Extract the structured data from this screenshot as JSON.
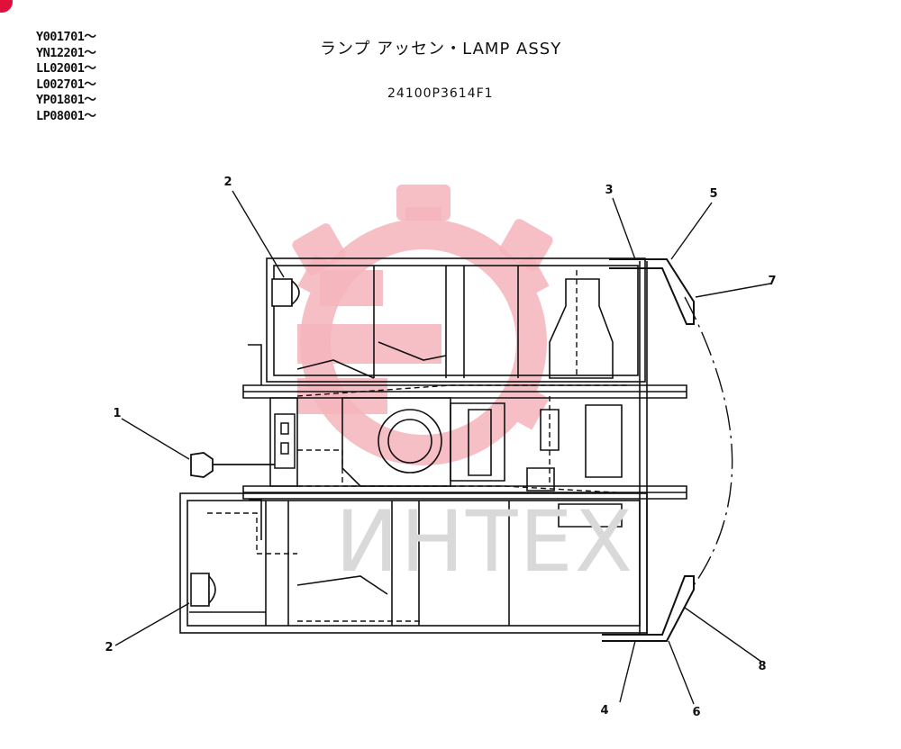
{
  "serial_numbers": [
    "Y001701～",
    "YN12201～",
    "LL02001～",
    "L002701～",
    "YP01801～",
    "LP08001～"
  ],
  "title": "ランプ アッセン・LAMP ASSY",
  "part_number": "24100P3614F1",
  "watermark": "ИНТЕХ",
  "callouts": [
    "1",
    "2",
    "2",
    "3",
    "4",
    "5",
    "6",
    "7",
    "8"
  ],
  "colors": {
    "line": "#111111",
    "watermark_red": "#f5b5bd",
    "watermark_gray": "#d9d9d9",
    "badge": "#e0103a"
  }
}
